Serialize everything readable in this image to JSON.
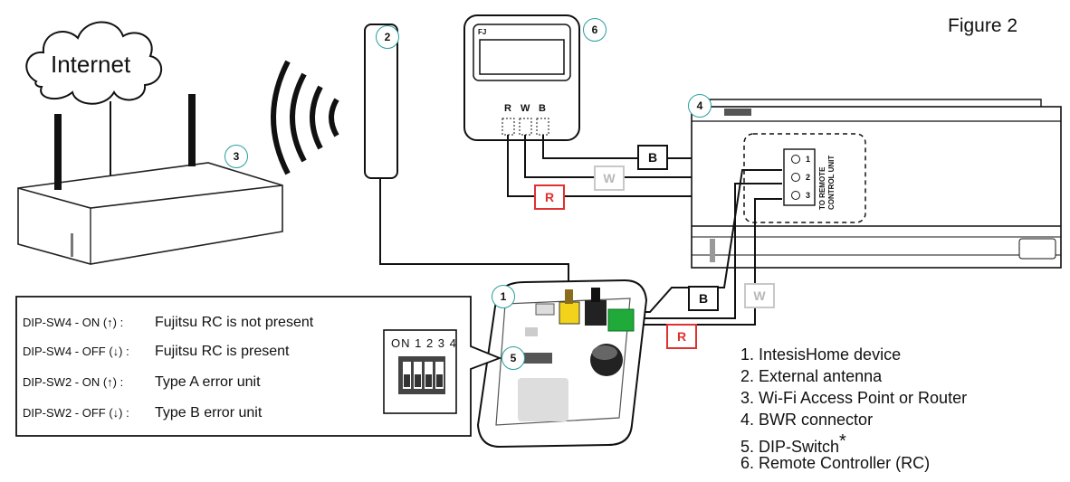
{
  "figure_title": "Figure 2",
  "cloud_label": "Internet",
  "callouts": [
    "1",
    "2",
    "3",
    "4",
    "5",
    "6"
  ],
  "legend": [
    "1. IntesisHome device",
    "2. External antenna",
    "3. Wi-Fi Access Point or Router",
    "4. BWR connector",
    "5. DIP-Switch",
    "6. Remote Controller (RC)"
  ],
  "legend_asterisk": "*",
  "dip_settings": [
    {
      "code": "DIP-SW4 - ON (↑) :",
      "desc": "Fujitsu RC is not present"
    },
    {
      "code": "DIP-SW4 - OFF (↓) :",
      "desc": "Fujitsu RC is present"
    },
    {
      "code": "DIP-SW2 - ON (↑) :",
      "desc": "Type A error unit"
    },
    {
      "code": "DIP-SW2 - OFF (↓) :",
      "desc": "Type B error unit"
    }
  ],
  "dip_switch_header": "ON 1 2 3 4",
  "remote": {
    "brand": "FJ",
    "terminals": [
      "R",
      "W",
      "B"
    ]
  },
  "wires": {
    "b": "B",
    "w": "W",
    "r": "R"
  },
  "connector": {
    "terminals": [
      "1",
      "2",
      "3"
    ],
    "label_line1": "TO REMOTE",
    "label_line2": "CONTROL UNIT"
  },
  "colors": {
    "callout_ring": "#2a9ea0",
    "red_wire": "#e03030",
    "device_green": "#1faa3a",
    "device_yellow": "#f2d21b"
  }
}
